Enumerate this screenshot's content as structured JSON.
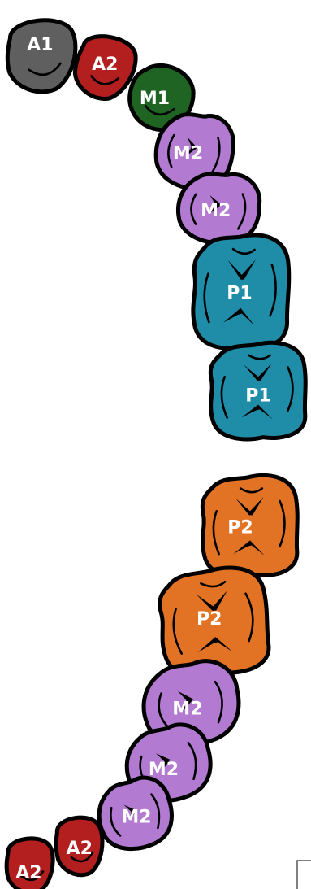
{
  "colors": {
    "A1": "#5f5f5f",
    "A2": "#b31e1e",
    "M1": "#1f6422",
    "M2": "#b27ad0",
    "P1": "#1f8ca8",
    "P2": "#e27325"
  },
  "upper_arch": {
    "teeth": [
      {
        "label": "A1",
        "category": "A1",
        "kind": "incisor"
      },
      {
        "label": "A2",
        "category": "A2",
        "kind": "incisor"
      },
      {
        "label": "M1",
        "category": "M1",
        "kind": "canine"
      },
      {
        "label": "M2",
        "category": "M2",
        "kind": "premolar"
      },
      {
        "label": "M2",
        "category": "M2",
        "kind": "premolar"
      },
      {
        "label": "P1",
        "category": "P1",
        "kind": "molar"
      },
      {
        "label": "P1",
        "category": "P1",
        "kind": "molar"
      }
    ]
  },
  "lower_arch": {
    "teeth": [
      {
        "label": "P2",
        "category": "P2",
        "kind": "molar"
      },
      {
        "label": "P2",
        "category": "P2",
        "kind": "molar"
      },
      {
        "label": "M2",
        "category": "M2",
        "kind": "premolar"
      },
      {
        "label": "M2",
        "category": "M2",
        "kind": "premolar"
      },
      {
        "label": "M2",
        "category": "M2",
        "kind": "premolar"
      },
      {
        "label": "A2",
        "category": "A2",
        "kind": "incisor"
      },
      {
        "label": "A2",
        "category": "A2",
        "kind": "incisor"
      }
    ]
  }
}
